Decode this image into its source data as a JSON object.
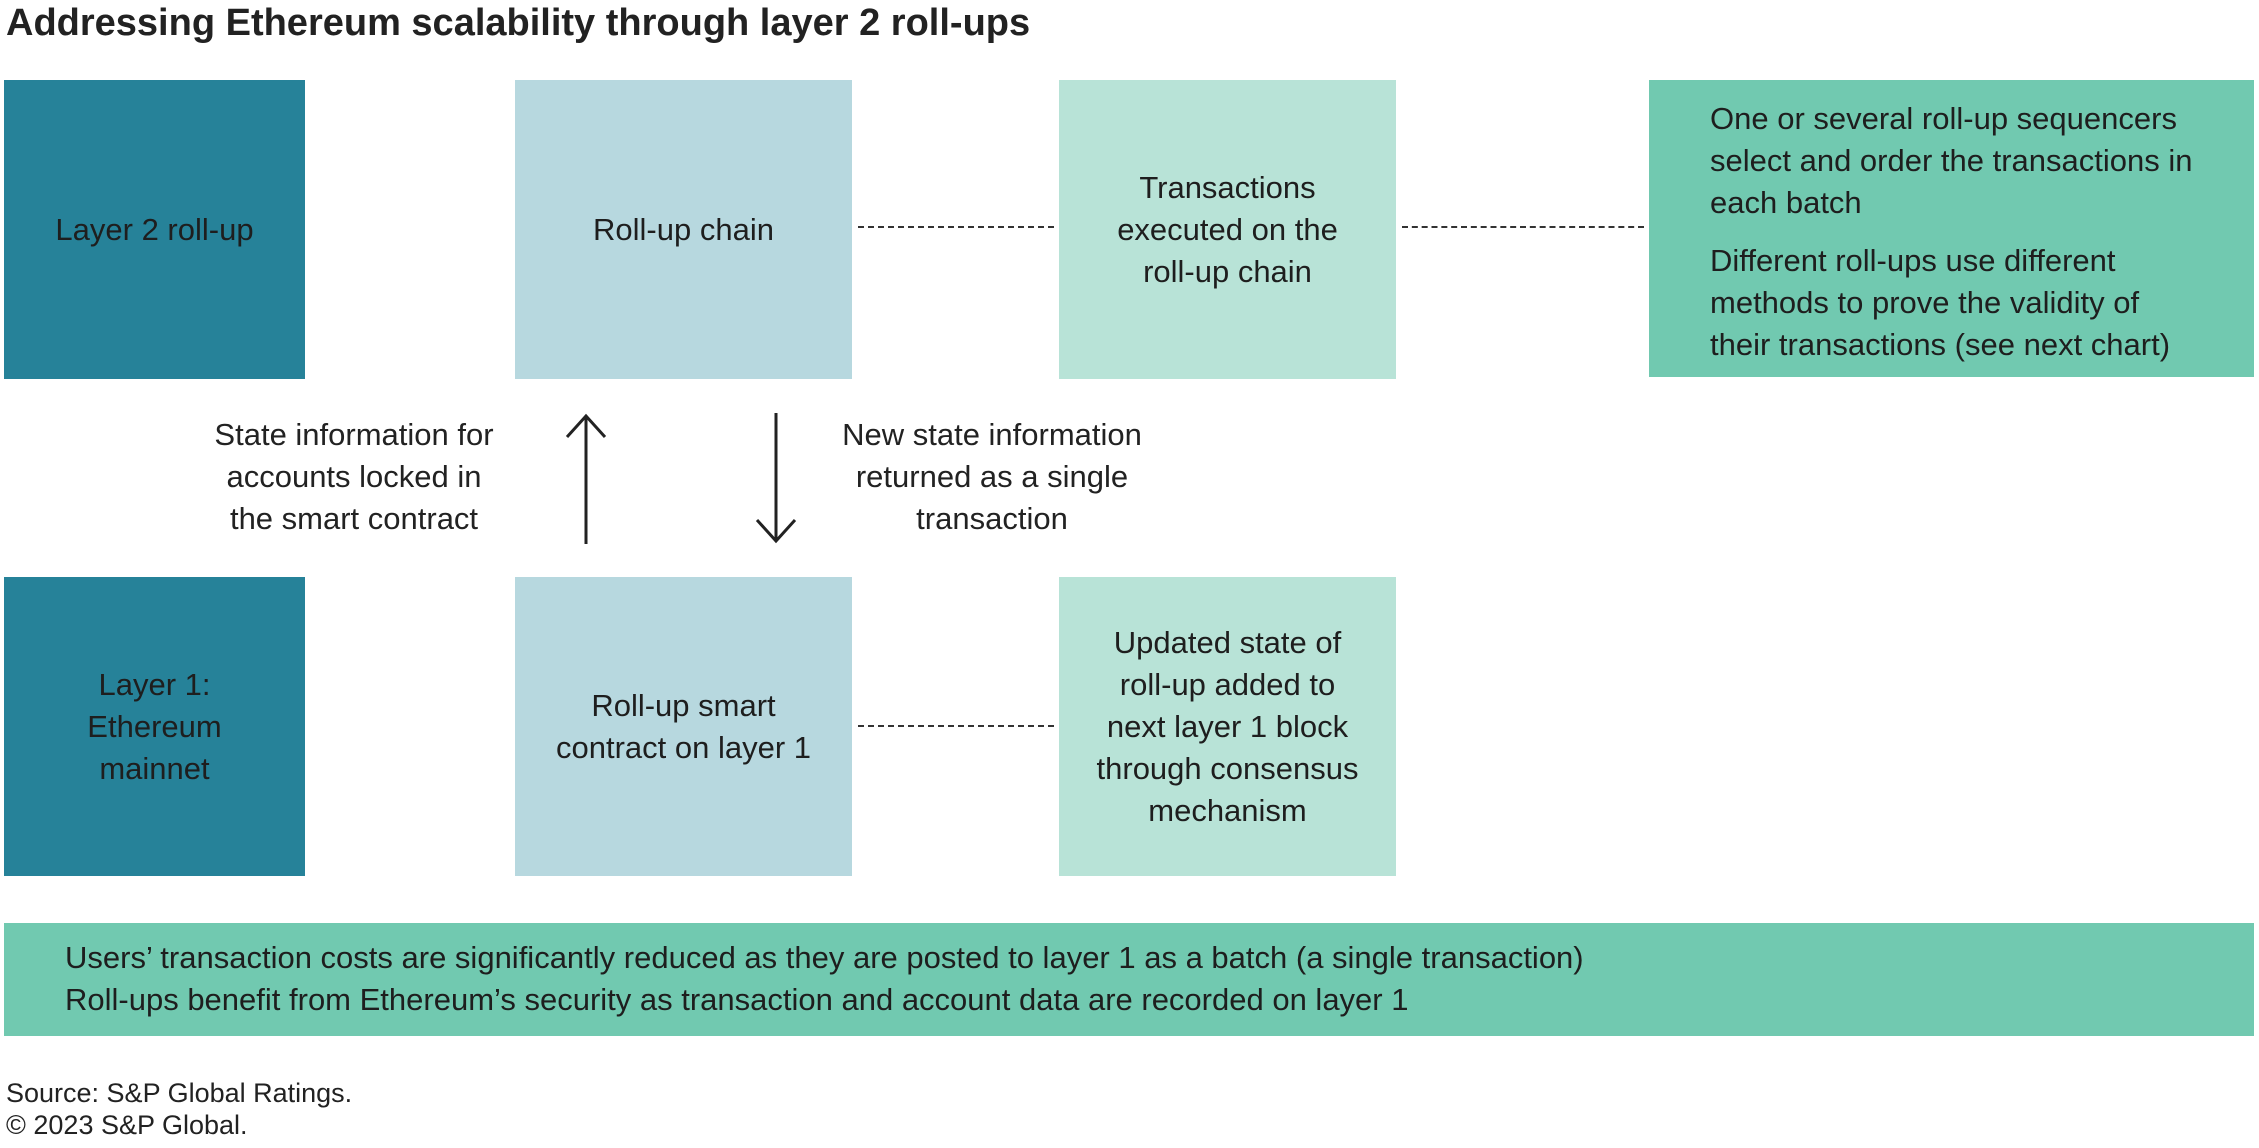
{
  "title": "Addressing Ethereum scalability through layer 2 roll-ups",
  "boxes": {
    "layer2": "Layer 2 roll-up",
    "rollup_chain": "Roll-up chain",
    "transactions_executed": [
      "Transactions",
      "executed on the",
      "roll-up chain"
    ],
    "layer1": [
      "Layer 1:",
      "Ethereum",
      "mainnet"
    ],
    "smart_contract": [
      "Roll-up smart",
      "contract on layer 1"
    ],
    "updated_state": [
      "Updated state of",
      "roll-up added to",
      "next layer 1 block",
      "through consensus",
      "mechanism"
    ]
  },
  "sequencer_note": {
    "lines_1": [
      "One or several roll-up sequencers",
      "select and order the transactions in",
      "each batch"
    ],
    "lines_2": [
      "Different roll-ups use different",
      "methods to prove the validity of",
      "their transactions (see next chart)"
    ]
  },
  "arrow_labels": {
    "up": [
      "State information for",
      "accounts locked in",
      "the smart contract"
    ],
    "down": [
      "New state information",
      "returned as a single",
      "transaction"
    ]
  },
  "footer_note": {
    "line1": "Users’ transaction costs are significantly reduced as they are posted to layer 1 as a batch (a single transaction)",
    "line2": "Roll-ups benefit from Ethereum’s security as transaction and account data are recorded on layer 1"
  },
  "source": {
    "line1": "Source: S&P Global Ratings.",
    "line2": "© 2023 S&P Global."
  },
  "colors": {
    "dark_teal": "#268299",
    "light_blue": "#b7d8df",
    "mint": "#b8e3d7",
    "green": "#71c9b0"
  }
}
